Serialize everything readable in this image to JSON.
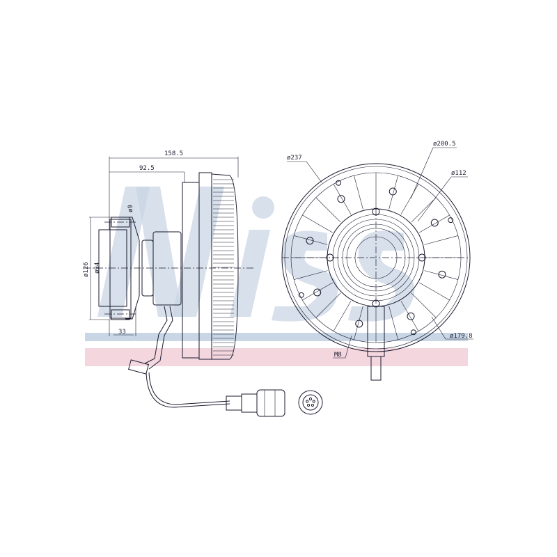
{
  "watermark": {
    "logo_text": "Nissens",
    "band_colors": {
      "blue": "#c8d6e6",
      "pink": "#f3d6de"
    }
  },
  "side_view": {
    "dimensions": {
      "overall_length": "158.5",
      "hub_length": "92.5",
      "bolt_hole_dia": "ø9",
      "flange_dia": "ø126",
      "pilot_dia": "ø94",
      "flange_offset": "33"
    }
  },
  "front_view": {
    "dimensions": {
      "outer_dia": "ø237",
      "bolt_circle_dia": "ø200.5",
      "hub_dia": "ø112",
      "inner_bolt_circle_dia": "ø179.8",
      "thread": "M8"
    }
  },
  "connector": {
    "pin_count": 5
  }
}
